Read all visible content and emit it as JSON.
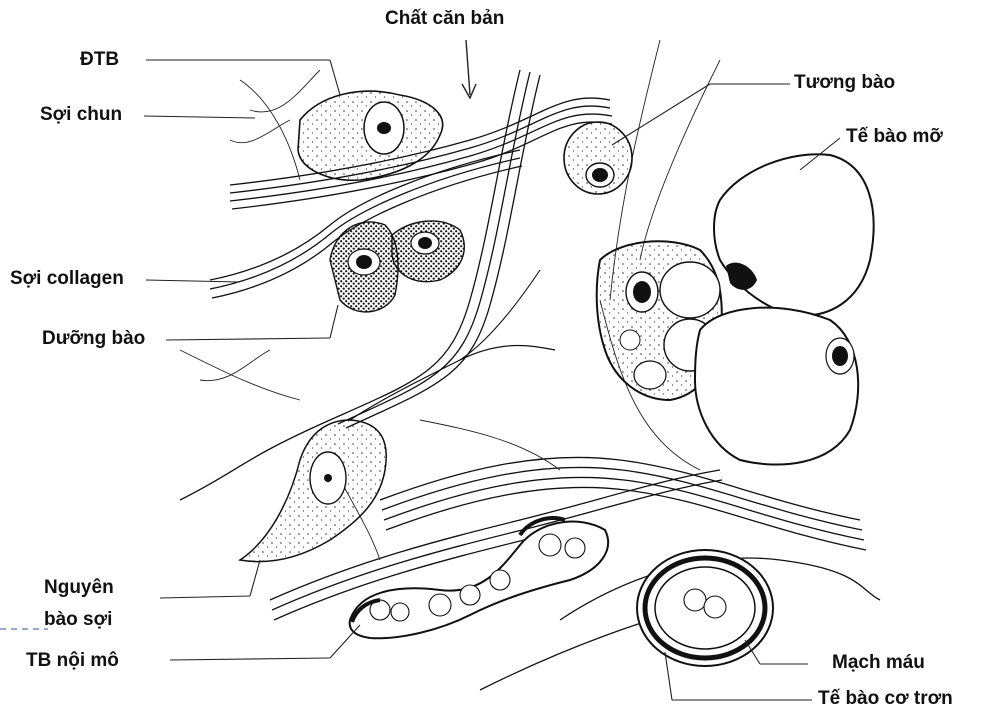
{
  "labels": {
    "chat_can_ban": "Chất căn bản",
    "dtb": "ĐTB",
    "soi_chun": "Sợi chun",
    "soi_collagen": "Sợi collagen",
    "duong_bao": "Dưỡng bào",
    "nguyen_bao_soi_1": "Nguyên",
    "nguyen_bao_soi_2": "bào sợi",
    "tb_noi_mo": "TB nội mô",
    "tuong_bao": "Tương bào",
    "te_bao_mo": "Tế bào mỡ",
    "mach_mau": "Mạch máu",
    "te_bao_co_tron": "Tế bào cơ trơn"
  },
  "colors": {
    "ink": "#111111",
    "dashed_marker": "#6f8fb4"
  }
}
